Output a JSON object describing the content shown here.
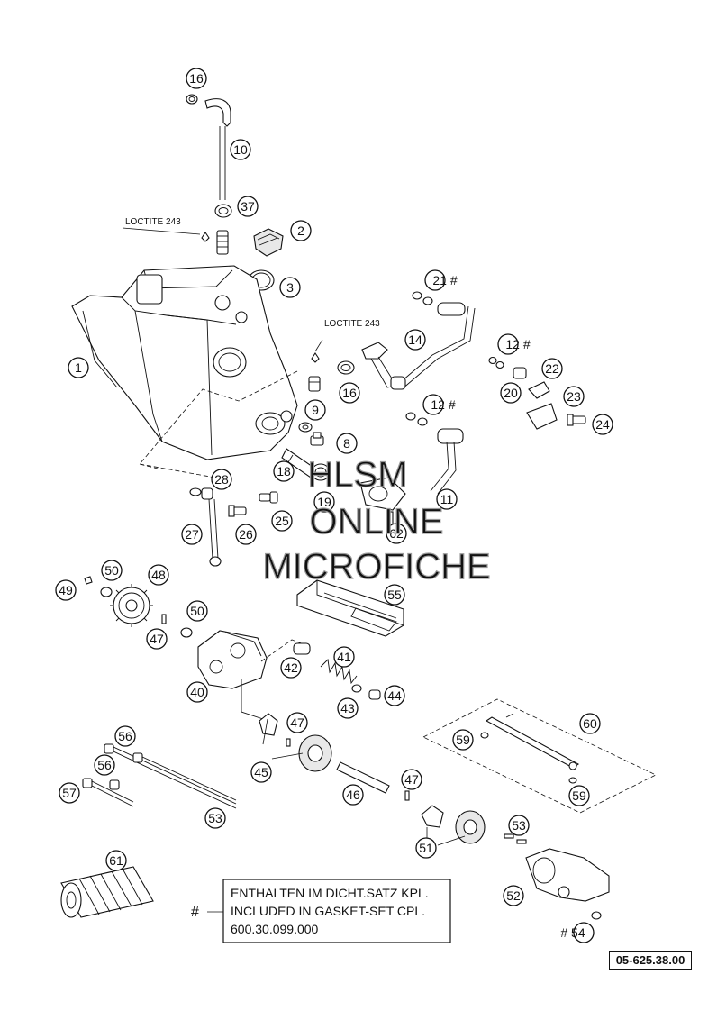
{
  "title": "",
  "callouts": [
    "16",
    "10",
    "37",
    "2",
    "3",
    "21 #",
    "1",
    "14",
    "12 #",
    "22",
    "16",
    "20",
    "23",
    "9",
    "12 #",
    "24",
    "8",
    "18",
    "11",
    "28",
    "19",
    "25",
    "62",
    "27",
    "26",
    "50",
    "48",
    "55",
    "49",
    "50",
    "47",
    "41",
    "42",
    "40",
    "44",
    "43",
    "60",
    "47",
    "56",
    "59",
    "45",
    "47",
    "56",
    "46",
    "59",
    "57",
    "53",
    "53",
    "51",
    "61",
    "52",
    "# 54"
  ],
  "labels": {
    "loctite_top": "LOCTITE 243",
    "loctite_mid": "LOCTITE 243"
  },
  "note": {
    "symbol": "#",
    "line1": "ENTHALTEN IM DICHT.SATZ KPL.",
    "line2": "INCLUDED IN GASKET-SET CPL.",
    "line3": "600.30.099.000"
  },
  "reference_code": "05-625.38.00",
  "watermark": {
    "line1": "HLSM",
    "line2": "ONLINE",
    "line3": "MICROFICHE"
  }
}
